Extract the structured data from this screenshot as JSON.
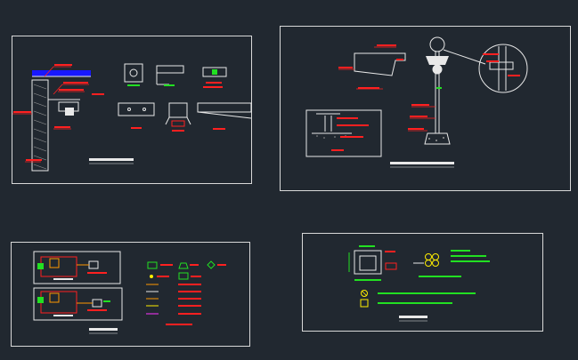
{
  "canvas": {
    "background": "#212830"
  },
  "colors": {
    "frame": "#d8d8d8",
    "annotation_red": "#ff2020",
    "line_white": "#e8e8e8",
    "green": "#22e022",
    "yellow": "#ffee00",
    "blue": "#1818ff",
    "magenta": "#ff33ff",
    "orange": "#ff9900"
  },
  "sheets": {
    "top_left": {
      "name": "camera-wall-mount-detail-sheet"
    },
    "top_right": {
      "name": "pole-mount-detail-sheet"
    },
    "bottom_left": {
      "name": "wiring-diagram-sheet"
    },
    "bottom_right": {
      "name": "handhole-detail-sheet"
    }
  },
  "icons": [
    "camera-icon",
    "dome-camera-icon",
    "pole-icon",
    "handhole-icon",
    "legend-symbol-icon"
  ]
}
